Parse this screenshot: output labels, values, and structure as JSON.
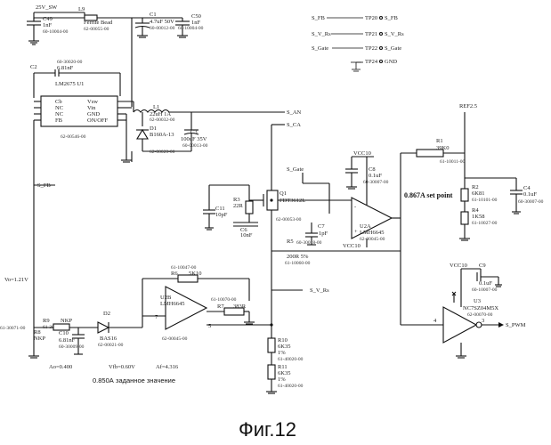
{
  "figure_caption": "Фиг.12",
  "note_top": "0.867A set point",
  "note_bottom_value": "0.850A",
  "note_bottom_text": "заданное значение",
  "top_section": {
    "supply": "25V_SW",
    "inductor_ref": "L9",
    "inductor_name": "Ferrite Bead",
    "inductor_part": "62-00055-00",
    "c49_ref": "C49",
    "c49_val": "1nF",
    "c49_part": "60-10004-00",
    "c1_ref": "C1",
    "c1_val": "4.7uF 50V",
    "c1_part": "60-00012-00",
    "c50_ref": "C50",
    "c50_val": "1nF",
    "c50_part": "60-10004-00"
  },
  "test_points": [
    {
      "net_left": "S_FB",
      "tp": "TP20",
      "net_right": "S_FB"
    },
    {
      "net_left": "S_V_Rs",
      "tp": "TP21",
      "net_right": "S_V_Rs"
    },
    {
      "net_left": "S_Gate",
      "tp": "TP22",
      "net_right": "S_Gate"
    },
    {
      "net_left": "",
      "tp": "TP24",
      "net_right": "GND"
    }
  ],
  "regulator": {
    "c2_ref": "C2",
    "c2_part": "60-30020-00",
    "c2_val": "6.81nF",
    "ic": "LM2675 U1",
    "pins_left": [
      "Cb",
      "NC",
      "NC",
      "FB"
    ],
    "pins_right": [
      "Vsw",
      "Vin",
      "GND",
      "ON/OFF"
    ],
    "part": "62-00546-00",
    "l1_ref": "L1",
    "l1_val": "22uH 1A",
    "l1_part": "62-00032-00",
    "d1_ref": "D1",
    "d1_val": "B160A-13",
    "d1_part": "62-00020-00",
    "c3_ref": "C3",
    "c3_val": "100uF 35V",
    "c3_part": "60-00013-00"
  },
  "nets": {
    "s_an": "S_AN",
    "s_ca": "S_CA",
    "s_gate": "S_Gate",
    "s_fb": "S_FB",
    "s_v_rs": "S_V_Rs",
    "s_pwm": "S_PWM",
    "ref": "REF2.5",
    "vcc1": "VCC10",
    "vcc2": "VCC10",
    "vcc3": "VCC10"
  },
  "mosfet": {
    "q_ref": "Q1",
    "q_val": "FDT3612L",
    "q_part": "62-00053-00",
    "r3_ref": "R3",
    "r3_val": "22R",
    "c11_ref": "C11",
    "c11_val": "10pF",
    "c6_ref": "C6",
    "c6_val": "10nF"
  },
  "opamp_a": {
    "c8_ref": "C8",
    "c8_val": "0.1uF",
    "c8_part": "60-30007-00",
    "u2_ref": "U2A",
    "u2_val": "LMH6645",
    "u2_part": "62-00045-00",
    "c7_ref": "C7",
    "c7_val": "1pF",
    "c7_part": "60-30018-00",
    "r5_ref": "R5",
    "r5_val": "200R 5%",
    "r5_part": "61-10060-00"
  },
  "setpoint": {
    "r1_ref": "R1",
    "r1_val": "39K0",
    "r1_part": "61-10011-00",
    "r2_ref": "R2",
    "r2_val": "6K81",
    "r2_part": "61-10101-00",
    "r4_ref": "R4",
    "r4_val": "1K58",
    "r4_part": "61-10027-00",
    "c4_ref": "C4",
    "c4_val": "0.1uF",
    "c4_part": "60-30007-00"
  },
  "comparator": {
    "c9_ref": "C9",
    "c9_val": "0.1uF",
    "c9_part": "60-10007-00",
    "u3_ref": "U3",
    "u3_val": "NC7SZ04M5X",
    "u3_part": "62-00070-00",
    "pin4": "4",
    "pin3": "3"
  },
  "opamp_b": {
    "r6_ref": "R6",
    "r6_part": "61-10047-00",
    "r6_val": "5K10",
    "u2b_ref": "U2B",
    "u2b_val": "LMH6645",
    "r7_ref": "R7",
    "r7_part": "61-10070-00",
    "r7_val": "383R",
    "u2b_part": "62-00045-00",
    "pin5": "5",
    "pin7": "7"
  },
  "bottom_left": {
    "vout_label": "Vo=1.21V",
    "r8_ref": "R8",
    "r8_part": "61-30071-00",
    "r8_val": "NKP",
    "r9_ref": "R9",
    "r9_val": "NKP",
    "r9_part": "61-30105-00",
    "d2_ref": "D2",
    "d2_val": "BAS16",
    "d2_part": "62-00021-00",
    "c10_ref": "C10",
    "c10_val": "6.81nF",
    "c10_part": "60-30009-00",
    "ao": "Ao=0.400",
    "vfb": "Vfb=0.60V",
    "af": "Af=4.316"
  },
  "divider": {
    "r10_ref": "R10",
    "r10_val": "6K35",
    "r10_tol": "1%",
    "r10_part": "61-40020-00",
    "r11_ref": "R11",
    "r11_val": "6K35",
    "r11_tol": "1%",
    "r11_part": "61-40020-00"
  }
}
